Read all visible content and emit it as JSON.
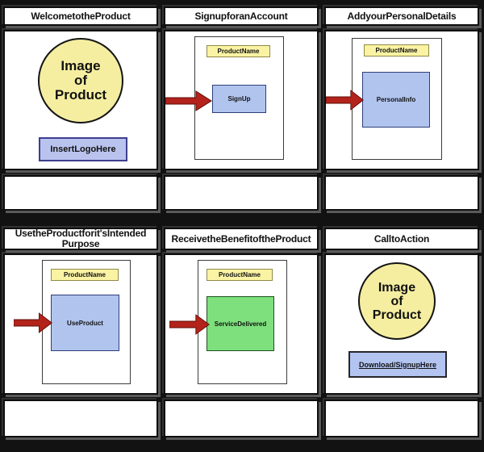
{
  "colors": {
    "arrow_red": "#b3231b",
    "circle_yellow": "#f5eea1",
    "header_yellow": "#faf3a3",
    "box_blue": "#b0c4ee",
    "box_green": "#7de07d",
    "logo_box_blue": "#b9c3ee",
    "cta_box_blue": "#b3c4f0"
  },
  "panels": [
    {
      "title": "WelcometotheProduct",
      "circle_lines": [
        "Image",
        "of",
        "Product"
      ],
      "logo_label": "InsertLogoHere"
    },
    {
      "title": "SignupforanAccount",
      "screen_label": "ProductName",
      "action_label": "SignUp"
    },
    {
      "title": "AddyourPersonalDetails",
      "screen_label": "ProductName",
      "action_label": "PersonalInfo"
    },
    {
      "title": "UsetheProductforit'sIntended Purpose",
      "screen_label": "ProductName",
      "action_label": "UseProduct"
    },
    {
      "title": "ReceivetheBenefitoftheProduct",
      "screen_label": "ProductName",
      "action_label": "ServiceDelivered"
    },
    {
      "title": "CalltoAction",
      "circle_lines": [
        "Image",
        "of",
        "Product"
      ],
      "cta_label": "Download/SignupHere"
    }
  ]
}
